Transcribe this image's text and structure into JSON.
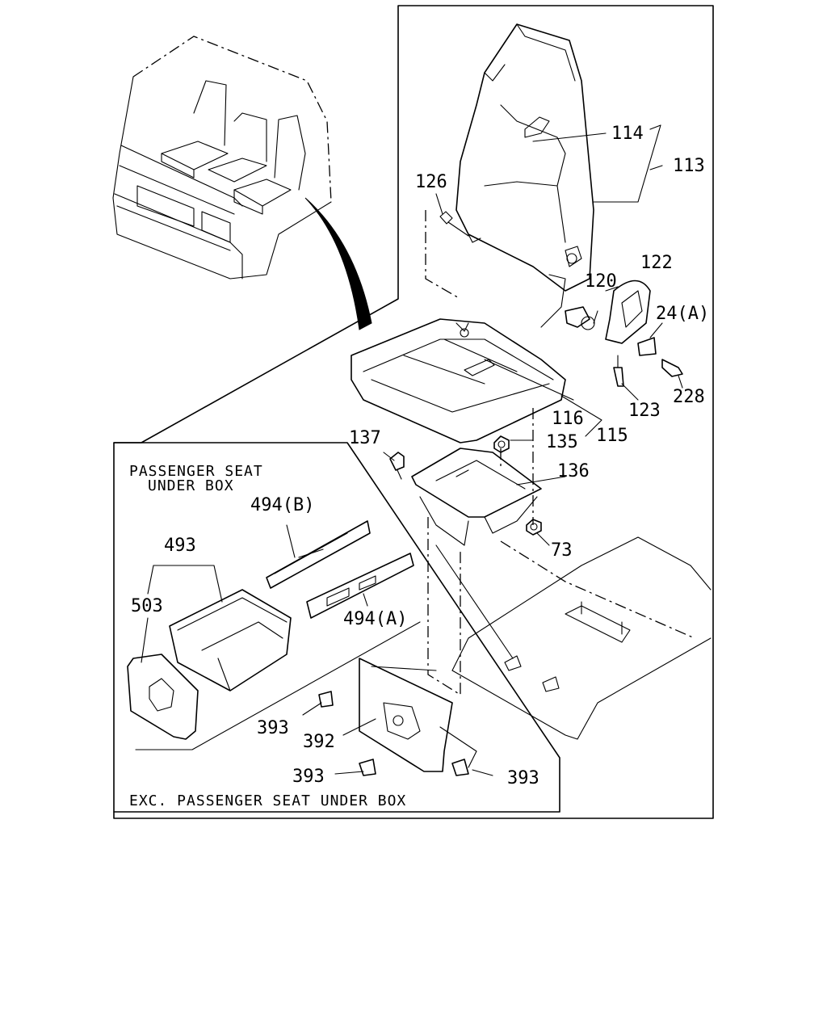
{
  "labels": {
    "p114": "114",
    "p113": "113",
    "p126": "126",
    "p122": "122",
    "p120": "120",
    "p24a": "24(A)",
    "p228": "228",
    "p123": "123",
    "p116": "116",
    "p115": "115",
    "p137": "137",
    "p135": "135",
    "p136": "136",
    "p73": "73",
    "p494b": "494(B)",
    "p493": "493",
    "p503": "503",
    "p494a": "494(A)",
    "p393a": "393",
    "p392": "392",
    "p393b": "393",
    "p393c": "393"
  },
  "captions": {
    "under_box_line1": "PASSENGER SEAT",
    "under_box_line2": "UNDER BOX",
    "exc_under_box": "EXC. PASSENGER SEAT UNDER BOX"
  }
}
